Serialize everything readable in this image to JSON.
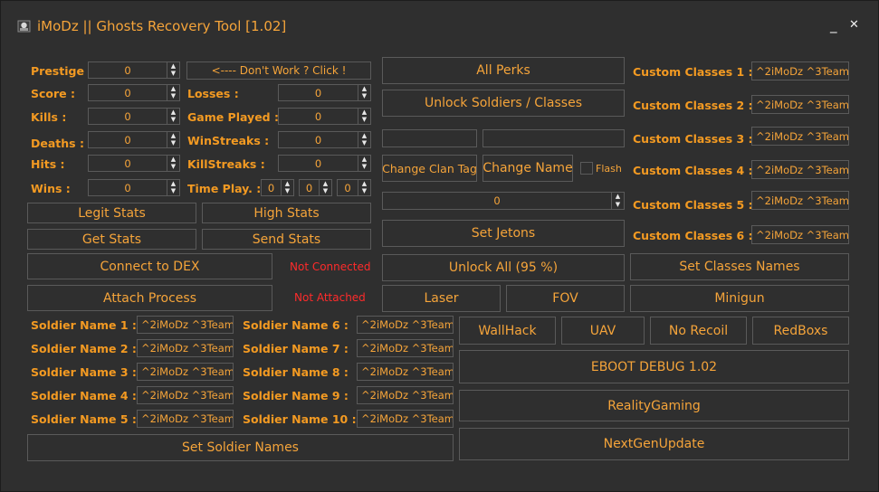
{
  "window": {
    "title": "iMoDz ||  Ghosts Recovery Tool [1.02]",
    "minimize_glyph": "_",
    "close_glyph": "✕"
  },
  "stats": [
    {
      "label": "Prestige :",
      "value": "0"
    },
    {
      "label": "Score :",
      "value": "0"
    },
    {
      "label": "Kills :",
      "value": "0"
    },
    {
      "label": "Deaths :",
      "value": "0"
    },
    {
      "label": "Hits :",
      "value": "0"
    },
    {
      "label": "Wins :",
      "value": "0"
    }
  ],
  "stats2": [
    {
      "label": "Losses :",
      "value": "0"
    },
    {
      "label": "Game Played :",
      "value": "0"
    },
    {
      "label": "WinStreaks :",
      "value": "0"
    },
    {
      "label": "KillStreaks :",
      "value": "0"
    }
  ],
  "dont_work_button": "<---- Don't Work ? Click !",
  "time_played": {
    "label": "Time Play. :",
    "values": [
      "0",
      "0",
      "0"
    ]
  },
  "buttons": {
    "legit_stats": "Legit Stats",
    "high_stats": "High Stats",
    "get_stats": "Get Stats",
    "send_stats": "Send Stats",
    "connect_dex": "Connect to DEX",
    "attach_process": "Attach Process",
    "set_soldier_names": "Set Soldier Names",
    "all_perks": "All Perks",
    "unlock_soldiers": "Unlock Soldiers / Classes",
    "change_clan_tag": "Change Clan Tag",
    "change_name": "Change Name",
    "set_jetons": "Set Jetons",
    "unlock_all": "Unlock All (95 %)",
    "laser": "Laser",
    "fov": "FOV",
    "set_classes_names": "Set Classes Names",
    "minigun": "Minigun",
    "wallhack": "WallHack",
    "uav": "UAV",
    "no_recoil": "No Recoil",
    "redboxs": "RedBoxs",
    "eboot_debug": "EBOOT DEBUG 1.02",
    "reality_gaming": "RealityGaming",
    "nextgen_update": "NextGenUpdate"
  },
  "status": {
    "connection": "Not Connected",
    "attach": "Not Attached"
  },
  "flash_label": "Flash",
  "clan_tag_value": "",
  "name_value": "",
  "jetons_value": "0",
  "soldiers_left": [
    {
      "label": "Soldier Name 1 :",
      "value": "^2iMoDz ^3Team"
    },
    {
      "label": "Soldier Name 2 :",
      "value": "^2iMoDz ^3Team"
    },
    {
      "label": "Soldier Name 3 :",
      "value": "^2iMoDz ^3Team"
    },
    {
      "label": "Soldier Name 4 :",
      "value": "^2iMoDz ^3Team"
    },
    {
      "label": "Soldier Name 5 :",
      "value": "^2iMoDz ^3Team"
    }
  ],
  "soldiers_right": [
    {
      "label": "Soldier Name 6 :",
      "value": "^2iMoDz ^3Team"
    },
    {
      "label": "Soldier Name 7 :",
      "value": "^2iMoDz ^3Team"
    },
    {
      "label": "Soldier Name 8 :",
      "value": "^2iMoDz ^3Team"
    },
    {
      "label": "Soldier Name 9 :",
      "value": "^2iMoDz ^3Team"
    },
    {
      "label": "Soldier Name 10 :",
      "value": "^2iMoDz ^3Team"
    }
  ],
  "custom_classes": [
    {
      "label": "Custom Classes 1 :",
      "value": "^2iMoDz ^3Team"
    },
    {
      "label": "Custom Classes 2 :",
      "value": "^2iMoDz ^3Team"
    },
    {
      "label": "Custom Classes 3 :",
      "value": "^2iMoDz ^3Team"
    },
    {
      "label": "Custom Classes 4 :",
      "value": "^2iMoDz ^3Team"
    },
    {
      "label": "Custom Classes 5 :",
      "value": "^2iMoDz ^3Team"
    },
    {
      "label": "Custom Classes 6 :",
      "value": "^2iMoDz ^3Team"
    }
  ],
  "colors": {
    "background": "#2f2f2f",
    "accent": "#f39a22",
    "border": "#5a5a5a",
    "status_red": "#ff2b2b"
  }
}
